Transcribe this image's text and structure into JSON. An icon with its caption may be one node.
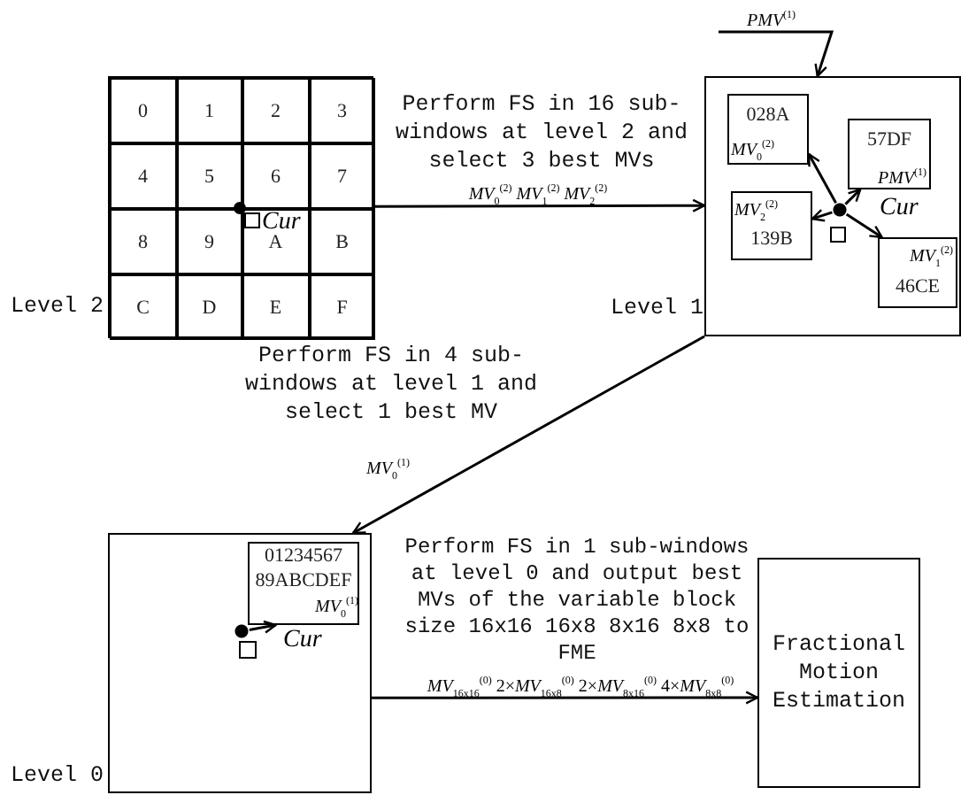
{
  "diagram": {
    "nodes": [
      {
        "text": [
          "Level 2"
        ]
      },
      {
        "text": [
          "0"
        ],
        "in": 0
      },
      {
        "text": [
          "1"
        ],
        "in": 0
      },
      {
        "text": [
          "2"
        ],
        "in": 0
      },
      {
        "text": [
          "3"
        ],
        "in": 0
      },
      {
        "text": [
          "4"
        ],
        "in": 0
      },
      {
        "text": [
          "5"
        ],
        "in": 0
      },
      {
        "text": [
          "6"
        ],
        "in": 0
      },
      {
        "text": [
          "7"
        ],
        "in": 0
      },
      {
        "text": [
          "8"
        ],
        "in": 0
      },
      {
        "text": [
          "9"
        ],
        "in": 0
      },
      {
        "text": [
          "A"
        ],
        "in": 0
      },
      {
        "text": [
          "B"
        ],
        "in": 0
      },
      {
        "text": [
          "C"
        ],
        "in": 0
      },
      {
        "text": [
          "D"
        ],
        "in": 0
      },
      {
        "text": [
          "E"
        ],
        "in": 0
      },
      {
        "text": [
          "F"
        ],
        "in": 0
      },
      {
        "text": [
          "Level 1"
        ]
      },
      {
        "text": [
          "028A"
        ],
        "in": 17
      },
      {
        "text": [
          "57DF"
        ],
        "in": 17
      },
      {
        "text": [
          "139B"
        ],
        "in": 17
      },
      {
        "text": [
          "46CE"
        ],
        "in": 17
      },
      {
        "text": [
          "Level 0"
        ]
      },
      {
        "text": [
          "01234567 89ABCDEF"
        ],
        "in": 22
      },
      {
        "text": [
          "Fractional Motion Estimation"
        ]
      },
      {
        "text": [],
        "shape": "circle",
        "in": 17
      },
      {
        "text": [],
        "shape": "circle",
        "in": 22
      }
    ],
    "edges": [
      {
        "from": 0,
        "to": 17,
        "arrow": "to",
        "label": "Perform FS in 16 sub-windows at level 2 and select 3 best MVs"
      },
      {
        "from": null,
        "to": 17,
        "arrow": "to",
        "label": "*PMV*$^{(1)}$"
      },
      {
        "from": 17,
        "to": 22,
        "arrow": "to",
        "label": "Perform FS in 4 sub-windows at level 1 and select 1 best MV"
      },
      {
        "from": 22,
        "to": 24,
        "arrow": "to",
        "label": "Perform FS in 1 sub-windows at level 0 and output best MVs of the variable block size 16x16 16x8 8x16 8x8 to FME"
      },
      {
        "from": 25,
        "to": 18,
        "arrow": "to",
        "label": "*MV*$_{0}$$^{(2)}$"
      },
      {
        "from": 25,
        "to": 19,
        "arrow": "to",
        "label": "*PMV*$^{(1)}$"
      },
      {
        "from": 25,
        "to": 20,
        "arrow": "to",
        "label": "*MV*$_{2}$$^{(2)}$"
      },
      {
        "from": 25,
        "to": 21,
        "arrow": "to",
        "label": "*MV*$_{1}$$^{(2)}$"
      },
      {
        "from": 26,
        "to": 23,
        "arrow": "to",
        "label": "*MV*$_{0}$$^{(1)}$"
      }
    ],
    "labels": [
      "Cur",
      "*MV*$_{0}$$^{(2)}$ *MV*$_{1}$$^{(2)}$ *MV*$_{2}$$^{(2)}$",
      "Cur",
      "*MV*$_{0}$$^{(1)}$",
      "Cur",
      "*MV*$_{16x16}$$^{(0)}$ 2×*MV*$_{16x8}$$^{(0)}$ 2×*MV*$_{8x16}$$^{(0)}$ 4×*MV*$_{8x8}$$^{(0)}$"
    ]
  }
}
